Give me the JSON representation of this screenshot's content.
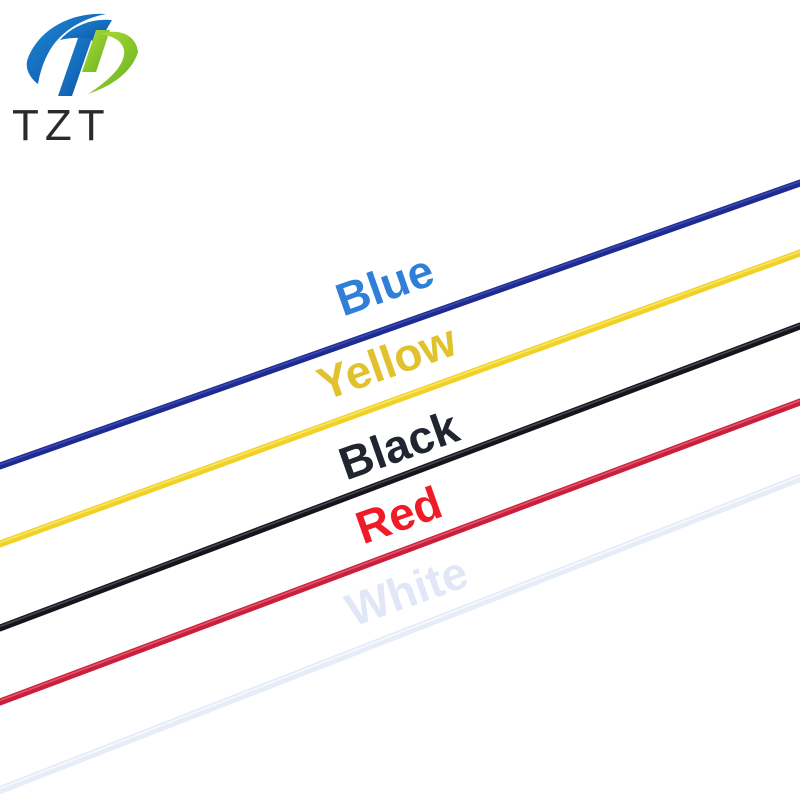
{
  "brand": {
    "name": "TZT"
  },
  "wires": [
    {
      "label": "Blue",
      "color": "#1f2c8f",
      "highlight": "#4256c9",
      "text_color": "#2f7fd9"
    },
    {
      "label": "Yellow",
      "color": "#f0d128",
      "highlight": "#fff07a",
      "text_color": "#e1c12c"
    },
    {
      "label": "Black",
      "color": "#15151c",
      "highlight": "#5a5e6a",
      "text_color": "#202530"
    },
    {
      "label": "Red",
      "color": "#c8203a",
      "highlight": "#f06a7c",
      "text_color": "#ef1c27"
    },
    {
      "label": "White",
      "color": "#e6ecf8",
      "highlight": "#ffffff",
      "text_color": "#e1e7f6"
    }
  ]
}
